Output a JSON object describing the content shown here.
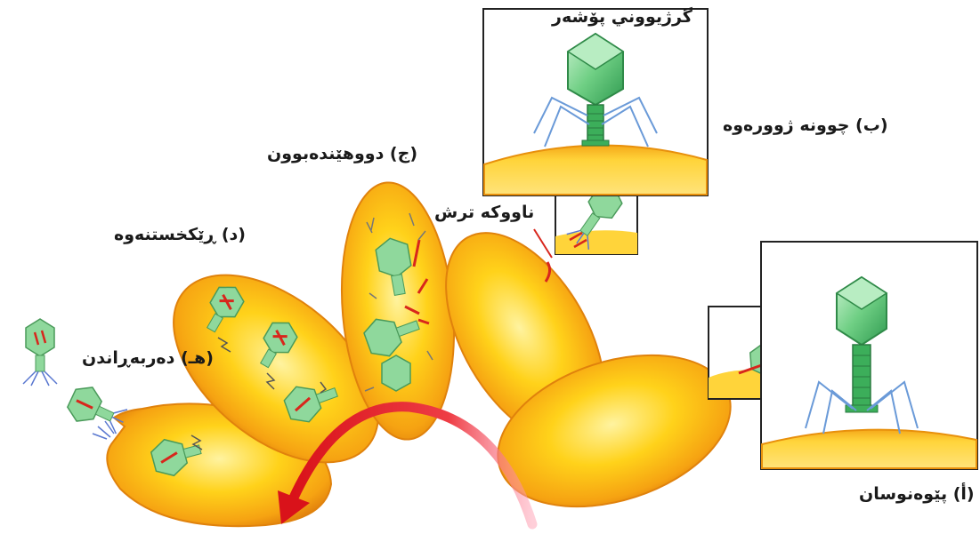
{
  "labels": {
    "protein_coat": "گرژیووني پۆشەر",
    "stage_b": "(ب) چوونە ژوورەوە",
    "stage_c": "(ج) دووهێندەبوون",
    "nucleic_acid": "ناووکە ترش",
    "stage_d": "(د) ڕێکخستنەوە",
    "stage_h": "(هـ) دەربەڕاندن",
    "stage_a": "(أ) پێوەنوسان"
  },
  "colors": {
    "cell_yellow": "#ffd21a",
    "cell_orange": "#f29a12",
    "phage_green": "#7fcf8f",
    "dna_red": "#d8261c",
    "tail_blue": "#5a78d0",
    "arrow_red": "#e3161a"
  }
}
